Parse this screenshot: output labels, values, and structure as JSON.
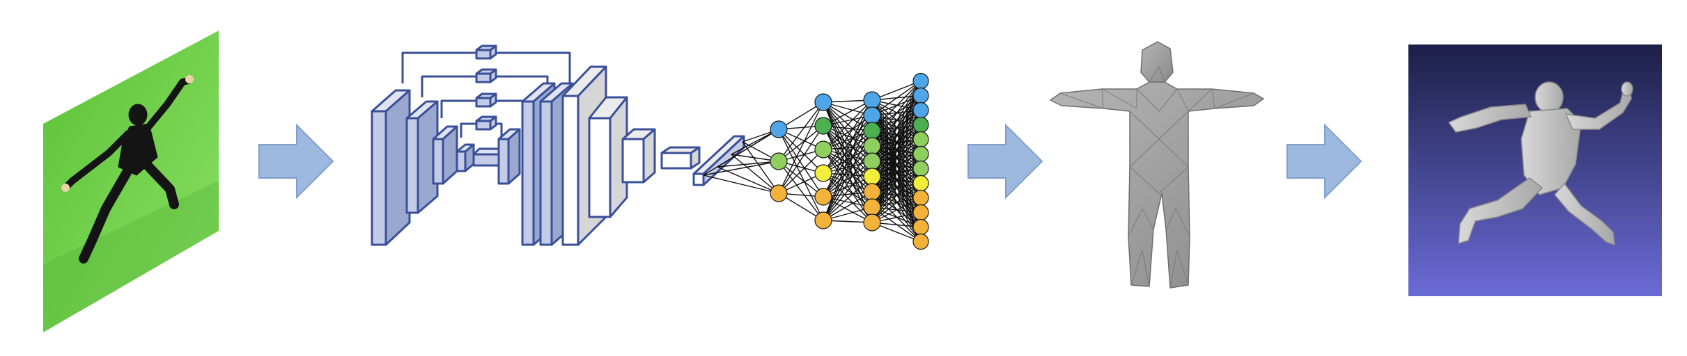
{
  "diagram": {
    "type": "pipeline",
    "stages": [
      {
        "id": "input-photo",
        "label": "",
        "description_visible": false
      },
      {
        "id": "conv-encoder-decoder",
        "label": ""
      },
      {
        "id": "neural-network",
        "label": "",
        "layer_sizes": [
          3,
          6,
          9,
          12
        ]
      },
      {
        "id": "template-mesh",
        "label": ""
      },
      {
        "id": "reconstructed-mesh",
        "label": ""
      }
    ],
    "arrows": 3
  },
  "colors": {
    "arrow_fill": "#9db9e0",
    "arrow_stroke": "#7f9fcc",
    "cnn_stroke": "#3a4f99",
    "cnn_fill_dark": "#9aa8cf",
    "cnn_fill_mid": "#c3cbe6",
    "cnn_fill_light": "#dcdcdc",
    "green_screen": "#6fcf4a",
    "node_blue": "#4ea6e8",
    "node_green_dark": "#4caf50",
    "node_green_light": "#8fcf5f",
    "node_yellow": "#f2ef3c",
    "node_orange": "#f3b23a",
    "mesh_gray": "#9c9c9c",
    "render_bg_top": "#1f2350",
    "render_bg_bottom": "#6a6ad2"
  }
}
